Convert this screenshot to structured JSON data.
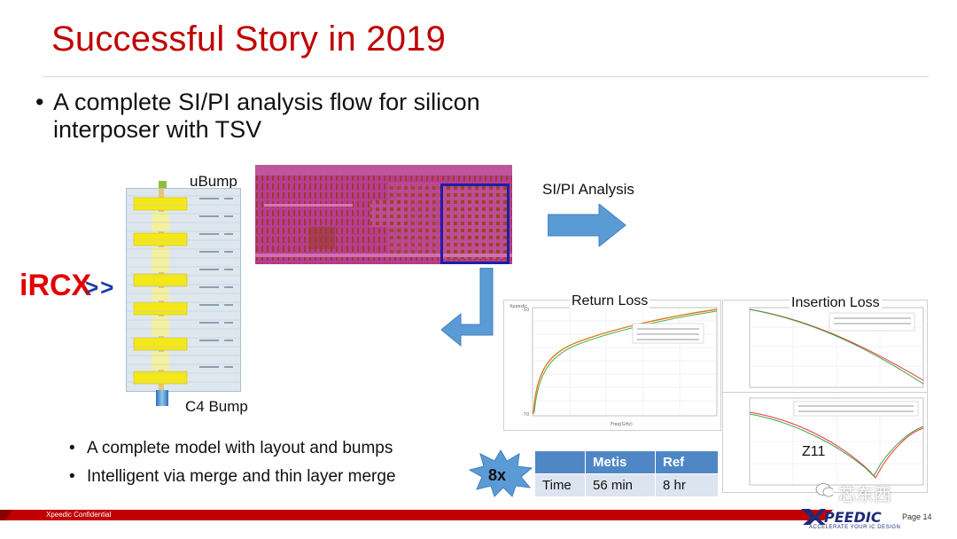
{
  "slide": {
    "title": "Successful Story in 2019",
    "main_bullet": "A complete SI/PI analysis flow for silicon interposer with TSV",
    "labels": {
      "ubump": "uBump",
      "c4bump": "C4 Bump",
      "sipi": "SI/PI Analysis",
      "ircx": "iRCX",
      "ircx_arrows": ">>"
    },
    "charts": {
      "return_loss": "Return Loss",
      "insertion_loss": "Insertion Loss",
      "z11": "Z11"
    },
    "sub_bullets": [
      "A complete model with layout and bumps",
      "Intelligent via merge and thin layer merge"
    ],
    "badge": "8x",
    "table": {
      "headers": [
        "",
        "Metis",
        "Ref"
      ],
      "rows": [
        [
          "Time",
          "56 min",
          "8 hr"
        ]
      ]
    },
    "footer": {
      "confidential": "Xpeedic Confidential",
      "logo": "PEEDIC",
      "tagline": "ACCELERATE YOUR IC DESIGN",
      "page": "Page 14",
      "watermark": "芯东西"
    }
  },
  "colors": {
    "title": "#c00000",
    "arrow": "#5b9bd5",
    "table_header": "#4f87c6",
    "table_cell": "#dce4ef",
    "ircx": "#e00000",
    "layout": "#b83c92"
  }
}
